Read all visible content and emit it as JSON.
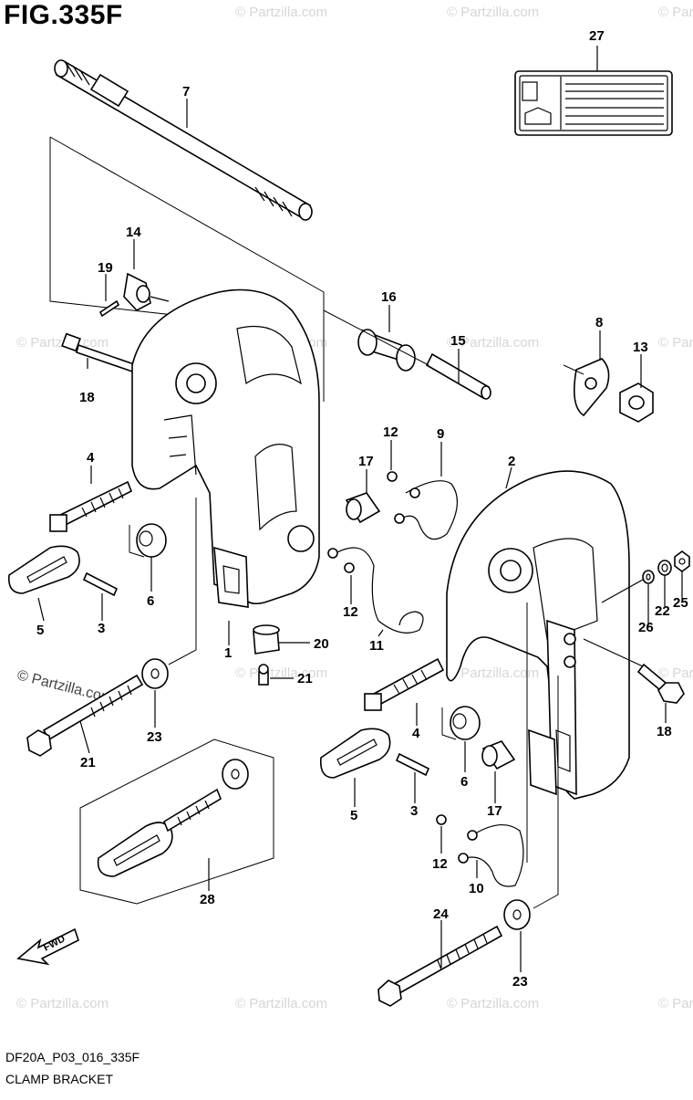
{
  "figure": {
    "title": "FIG.335F",
    "code": "DF20A_P03_016_335F",
    "name": "CLAMP BRACKET"
  },
  "watermark": {
    "text": "© Partzilla.com",
    "inline_text": "© Partzilla.com"
  },
  "fwd_label": "FWD",
  "callouts": [
    {
      "id": "c7",
      "label": "7"
    },
    {
      "id": "c14",
      "label": "14"
    },
    {
      "id": "c19",
      "label": "19"
    },
    {
      "id": "c18a",
      "label": "18"
    },
    {
      "id": "c16",
      "label": "16"
    },
    {
      "id": "c15",
      "label": "15"
    },
    {
      "id": "c8",
      "label": "8"
    },
    {
      "id": "c13",
      "label": "13"
    },
    {
      "id": "c27",
      "label": "27"
    },
    {
      "id": "c12a",
      "label": "12"
    },
    {
      "id": "c9",
      "label": "9"
    },
    {
      "id": "c17a",
      "label": "17"
    },
    {
      "id": "c2",
      "label": "2"
    },
    {
      "id": "c4a",
      "label": "4"
    },
    {
      "id": "c6a",
      "label": "6"
    },
    {
      "id": "c5a",
      "label": "5"
    },
    {
      "id": "c3a",
      "label": "3"
    },
    {
      "id": "c1",
      "label": "1"
    },
    {
      "id": "c20",
      "label": "20"
    },
    {
      "id": "c21a",
      "label": "21"
    },
    {
      "id": "c12b",
      "label": "12"
    },
    {
      "id": "c11",
      "label": "11"
    },
    {
      "id": "c23a",
      "label": "23"
    },
    {
      "id": "c21b",
      "label": "21"
    },
    {
      "id": "c26",
      "label": "26"
    },
    {
      "id": "c22",
      "label": "22"
    },
    {
      "id": "c25",
      "label": "25"
    },
    {
      "id": "c18b",
      "label": "18"
    },
    {
      "id": "c4b",
      "label": "4"
    },
    {
      "id": "c6b",
      "label": "6"
    },
    {
      "id": "c17b",
      "label": "17"
    },
    {
      "id": "c5b",
      "label": "5"
    },
    {
      "id": "c3b",
      "label": "3"
    },
    {
      "id": "c12c",
      "label": "12"
    },
    {
      "id": "c10",
      "label": "10"
    },
    {
      "id": "c28",
      "label": "28"
    },
    {
      "id": "c24",
      "label": "24"
    },
    {
      "id": "c23b",
      "label": "23"
    }
  ]
}
